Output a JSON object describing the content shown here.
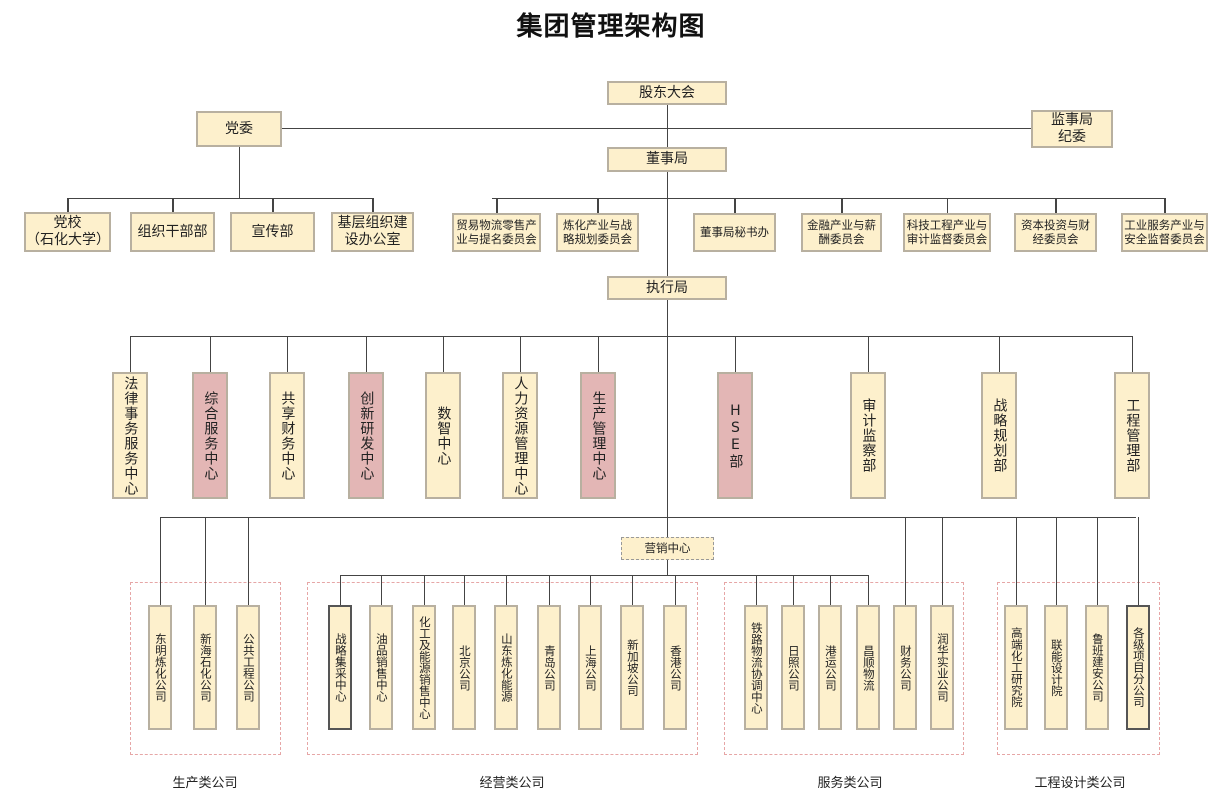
{
  "title": "集团管理架构图",
  "top": {
    "shareholders": "股东大会",
    "party": "党委",
    "supervisory": "监事局\n纪委",
    "board": "董事局",
    "executive": "执行局",
    "marketing": "营销中心"
  },
  "party_units": [
    "党校\n（石化大学）",
    "组织干部部",
    "宣传部",
    "基层组织建\n设办公室"
  ],
  "committees": [
    "贸易物流零售产\n业与提名委员会",
    "炼化产业与战\n略规划委员会",
    "董事局秘书办",
    "金融产业与薪\n酬委员会",
    "科技工程产业与\n审计监督委员会",
    "资本投资与财\n经委员会",
    "工业服务产业与\n安全监督委员会"
  ],
  "departments": [
    "法律事务服务中心",
    "综合服务中心",
    "共享财务中心",
    "创新研发中心",
    "数智中心",
    "人力资源管理中心",
    "生产管理中心",
    "HSE部",
    "审计监察部",
    "战略规划部",
    "工程管理部"
  ],
  "companies": {
    "production": [
      "东明炼化公司",
      "新海石化公司",
      "公共工程公司"
    ],
    "operation": [
      "战略集采中心",
      "油品销售中心",
      "化工及能源销售中心",
      "北京公司",
      "山东炼化能源",
      "青岛公司",
      "上海公司",
      "新加坡公司",
      "香港公司"
    ],
    "service": [
      "铁路物流协调中心",
      "日照公司",
      "港运公司",
      "昌顺物流",
      "财务公司",
      "润华实业公司"
    ],
    "engineering": [
      "高端化工研究院",
      "联能设计院",
      "鲁班建安公司",
      "各级项目分公司"
    ]
  },
  "group_labels": [
    "生产类公司",
    "经营类公司",
    "服务类公司",
    "工程设计类公司"
  ],
  "colors": {
    "box": "#fdf0cc",
    "highlight": "#e3b6b5",
    "line": "#444444"
  }
}
